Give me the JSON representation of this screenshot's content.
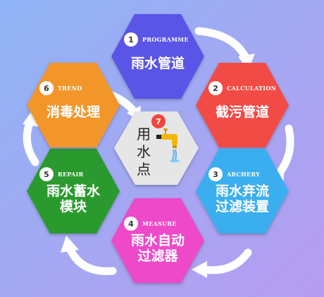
{
  "colors": {
    "background_top": "#8fb4f5",
    "background_bottom": "#b79cf0",
    "arrow": "#ffffff",
    "center": "#e6e6e6",
    "badge": "#ffffff"
  },
  "diagram": {
    "center": {
      "number": "7",
      "lines": [
        "用",
        "水",
        "点"
      ],
      "icon": "faucet-icon",
      "badge_color": "#f2453d"
    },
    "nodes": [
      {
        "id": "programme",
        "number": "1",
        "en": "PROGRAMME",
        "lines": [
          "雨水管道"
        ],
        "color": "#5a55e6"
      },
      {
        "id": "calculation",
        "number": "2",
        "en": "CALCULATION",
        "lines": [
          "截污管道"
        ],
        "color": "#f24b44"
      },
      {
        "id": "archery",
        "number": "3",
        "en": "ARCHERY",
        "lines": [
          "雨水弃流",
          "过滤装置"
        ],
        "color": "#3aaef0"
      },
      {
        "id": "measure",
        "number": "4",
        "en": "MEASURE",
        "lines": [
          "雨水自动",
          "过滤器"
        ],
        "color": "#ee48c9"
      },
      {
        "id": "repair",
        "number": "5",
        "en": "REPAIR",
        "lines": [
          "雨水蓄水",
          "模块"
        ],
        "color": "#2a9a2d"
      },
      {
        "id": "trend",
        "number": "6",
        "en": "TREND",
        "lines": [
          "消毒处理"
        ],
        "color": "#f2962a"
      }
    ]
  }
}
